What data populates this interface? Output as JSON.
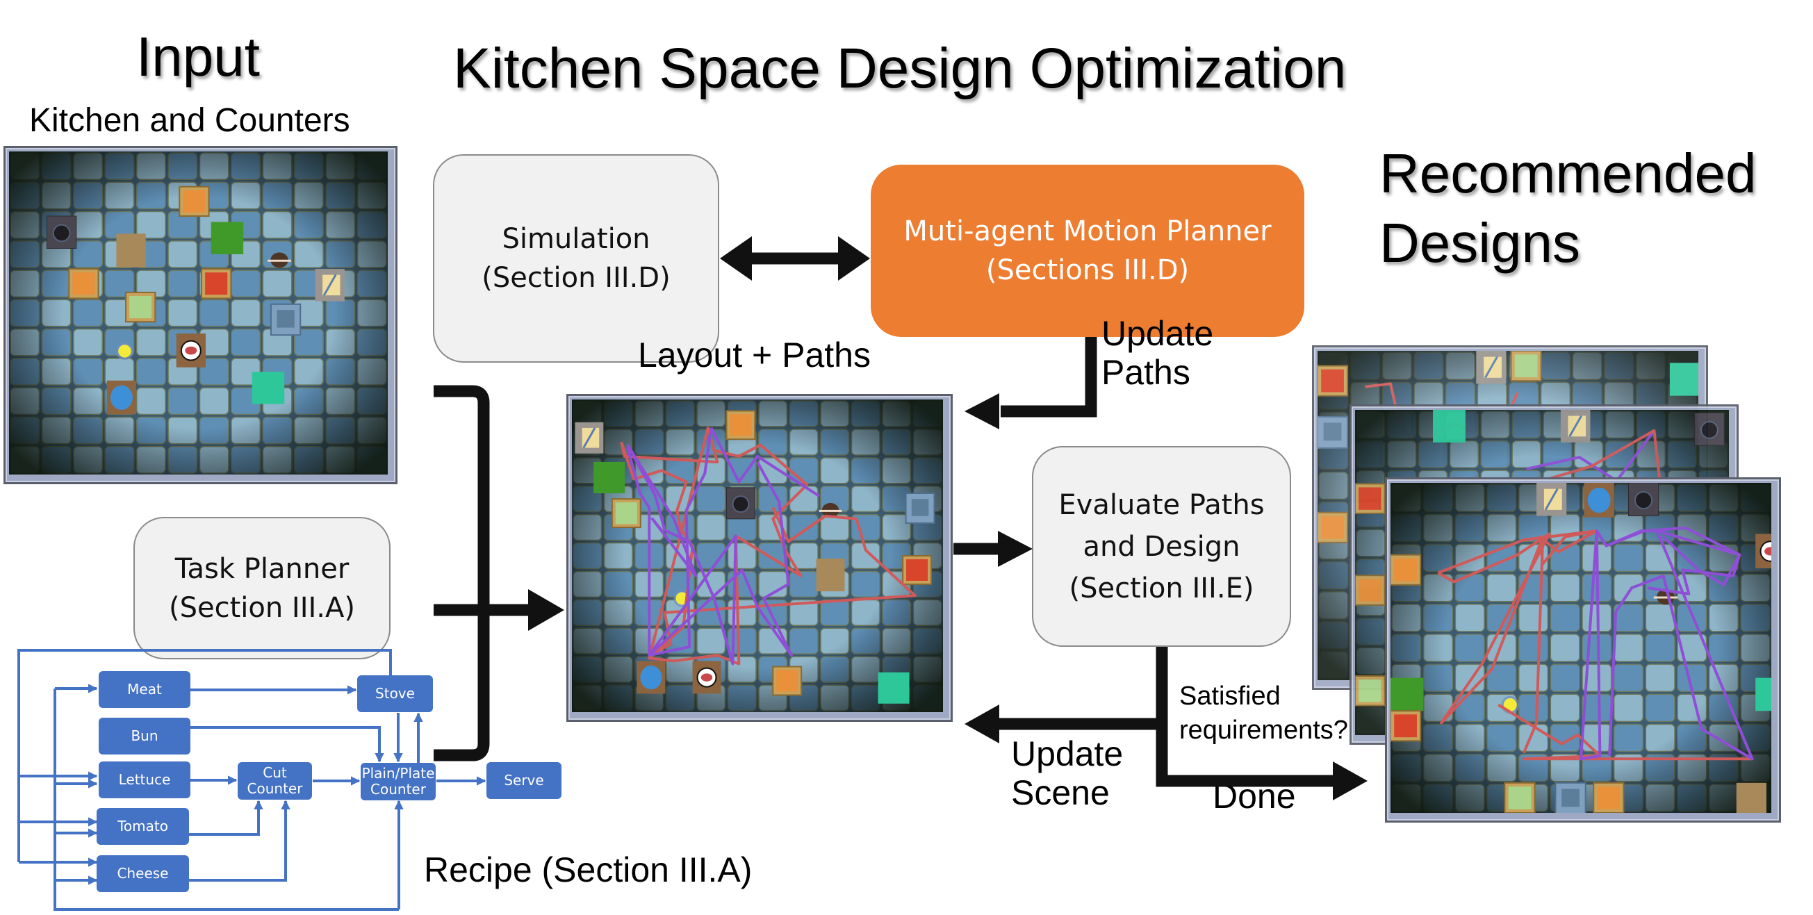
{
  "title": "Kitchen Space Design Optimization",
  "input": {
    "heading": "Input",
    "subheading": "Kitchen and Counters"
  },
  "task_planner": {
    "line1": "Task Planner",
    "line2": "(Section III.A)"
  },
  "simulation": {
    "line1": "Simulation",
    "line2": "(Section III.D)"
  },
  "motion_planner": {
    "line1": "Muti-agent Motion Planner",
    "line2": "(Sections III.D)",
    "color": "#ed7d31"
  },
  "layout_label": "Layout + Paths",
  "update_paths": {
    "line1": "Update",
    "line2": "Paths"
  },
  "evaluate": {
    "line1": "Evaluate Paths",
    "line2": "and Design",
    "line3": "(Section III.E)"
  },
  "decision": {
    "line1": "Satisfied",
    "line2": "requirements?"
  },
  "update_scene": {
    "line1": "Update",
    "line2": "Scene"
  },
  "done_label": "Done",
  "recommended": {
    "line1": "Recommended",
    "line2": "Designs"
  },
  "recipe": {
    "label": "Recipe (Section III.A)",
    "color": "#4472c4",
    "nodes": {
      "meat": "Meat",
      "bun": "Bun",
      "lettuce": "Lettuce",
      "tomato": "Tomato",
      "cheese": "Cheese",
      "cut_counter_1": "Cut",
      "cut_counter_2": "Counter",
      "stove": "Stove",
      "plate_counter_1": "Plain/Plate",
      "plate_counter_2": "Counter",
      "serve": "Serve"
    }
  },
  "kitchens": {
    "input": {
      "cols": 12,
      "rows": 11,
      "items": [
        {
          "type": "stove",
          "c": 1.2,
          "r": 2.2
        },
        {
          "type": "crate-orange",
          "c": 5.4,
          "r": 1.2
        },
        {
          "type": "green",
          "c": 6.4,
          "r": 2.4
        },
        {
          "type": "plain",
          "c": 3.4,
          "r": 2.8
        },
        {
          "type": "meat-char",
          "c": 8.1,
          "r": 3.2
        },
        {
          "type": "crate-orange",
          "c": 1.9,
          "r": 4.0
        },
        {
          "type": "crate-tomato",
          "c": 6.1,
          "r": 4.0
        },
        {
          "type": "cutboard",
          "c": 9.7,
          "r": 4.0
        },
        {
          "type": "crate-lettuce",
          "c": 3.7,
          "r": 4.8
        },
        {
          "type": "sink",
          "c": 8.3,
          "r": 5.2
        },
        {
          "type": "agent",
          "c": 3.2,
          "r": 6.3
        },
        {
          "type": "meat-plate",
          "c": 5.3,
          "r": 6.2
        },
        {
          "type": "plate",
          "c": 3.1,
          "r": 7.8
        },
        {
          "type": "teal",
          "c": 7.7,
          "r": 7.5
        }
      ],
      "paths": []
    },
    "layout": {
      "cols": 12,
      "rows": 11,
      "items": [
        {
          "type": "cutboard",
          "c": 0.1,
          "r": 0.8
        },
        {
          "type": "crate-orange",
          "c": 5.0,
          "r": 0.4
        },
        {
          "type": "green",
          "c": 0.7,
          "r": 2.2
        },
        {
          "type": "crate-lettuce",
          "c": 1.3,
          "r": 3.5
        },
        {
          "type": "stove",
          "c": 5.0,
          "r": 3.1
        },
        {
          "type": "meat-char",
          "c": 7.9,
          "r": 3.4
        },
        {
          "type": "sink",
          "c": 10.8,
          "r": 3.3
        },
        {
          "type": "plain",
          "c": 7.9,
          "r": 5.6
        },
        {
          "type": "crate-tomato",
          "c": 10.7,
          "r": 5.5
        },
        {
          "type": "agent",
          "c": 3.1,
          "r": 6.5
        },
        {
          "type": "plate",
          "c": 2.1,
          "r": 9.2
        },
        {
          "type": "meat-plate",
          "c": 3.9,
          "r": 9.2
        },
        {
          "type": "crate-orange",
          "c": 6.5,
          "r": 9.4
        },
        {
          "type": "teal",
          "c": 9.9,
          "r": 9.6
        }
      ],
      "paths": [
        {
          "color": "#d05a5a",
          "points": [
            [
              1.6,
              1.5
            ],
            [
              1.7,
              2.0
            ],
            [
              4.7,
              2.2
            ],
            [
              4.4,
              1.0
            ],
            [
              2.5,
              9.1
            ],
            [
              3.3,
              9.2
            ],
            [
              4.7,
              9.0
            ],
            [
              5.4,
              9.3
            ],
            [
              5.3,
              4.8
            ],
            [
              7.4,
              6.2
            ],
            [
              6.9,
              5.3
            ],
            [
              6.5,
              4.2
            ],
            [
              7.6,
              3.0
            ],
            [
              6.1,
              1.6
            ],
            [
              5.4,
              2.0
            ],
            [
              4.6,
              1.8
            ]
          ]
        },
        {
          "color": "#d05a5a",
          "points": [
            [
              2.5,
              9.0
            ],
            [
              3.2,
              8.6
            ],
            [
              3.0,
              7.5
            ],
            [
              11.1,
              6.9
            ],
            [
              9.5,
              5.3
            ],
            [
              9.2,
              4.2
            ],
            [
              8.2,
              4.1
            ],
            [
              7.0,
              5.0
            ],
            [
              6.5,
              3.8
            ]
          ]
        },
        {
          "color": "#d05a5a",
          "points": [
            [
              1.6,
              1.5
            ],
            [
              2.0,
              2.8
            ],
            [
              2.9,
              2.5
            ],
            [
              3.7,
              2.9
            ],
            [
              3.4,
              3.9
            ],
            [
              3.5,
              4.5
            ],
            [
              3.9,
              5.2
            ],
            [
              3.6,
              8.0
            ],
            [
              2.5,
              9.1
            ]
          ]
        },
        {
          "color": "#8e4fd6",
          "points": [
            [
              1.8,
              1.7
            ],
            [
              2.2,
              3.3
            ],
            [
              2.5,
              3.8
            ],
            [
              2.5,
              9.0
            ],
            [
              5.3,
              4.8
            ],
            [
              5.2,
              9.3
            ],
            [
              4.6,
              7.0
            ],
            [
              3.8,
              5.0
            ],
            [
              3.0,
              4.6
            ],
            [
              2.7,
              3.4
            ],
            [
              1.8,
              1.6
            ]
          ]
        },
        {
          "color": "#8e4fd6",
          "points": [
            [
              4.5,
              1.0
            ],
            [
              5.4,
              2.9
            ],
            [
              6.0,
              2.0
            ],
            [
              8.0,
              3.4
            ]
          ]
        },
        {
          "color": "#8e4fd6",
          "points": [
            [
              4.5,
              1.0
            ],
            [
              4.3,
              2.6
            ],
            [
              3.7,
              3.9
            ],
            [
              3.8,
              8.7
            ],
            [
              2.5,
              9.0
            ],
            [
              5.5,
              6.0
            ],
            [
              6.0,
              7.3
            ],
            [
              7.1,
              9.0
            ],
            [
              6.2,
              7.0
            ],
            [
              7.0,
              6.5
            ],
            [
              6.7,
              3.6
            ],
            [
              6.0,
              2.2
            ]
          ]
        },
        {
          "color": "#8e4fd6",
          "points": [
            [
              1.8,
              1.6
            ],
            [
              3.3,
              4.2
            ],
            [
              4.0,
              6.2
            ],
            [
              2.6,
              4.2
            ],
            [
              2.9,
              4.6
            ]
          ]
        }
      ]
    },
    "recommended_back": {
      "cols": 12,
      "rows": 11,
      "items": [
        {
          "type": "crate-tomato",
          "c": 0.0,
          "r": 0.5
        },
        {
          "type": "cutboard",
          "c": 5.0,
          "r": 0.0
        },
        {
          "type": "crate-lettuce",
          "c": 6.1,
          "r": 0.0
        },
        {
          "type": "teal",
          "c": 11.1,
          "r": 0.4
        },
        {
          "type": "sink",
          "c": 0.0,
          "r": 2.2
        },
        {
          "type": "crate-orange",
          "c": 0.0,
          "r": 5.4
        }
      ],
      "paths": [
        {
          "color": "#d05a5a",
          "points": [
            [
              1.5,
              1.2
            ],
            [
              2.3,
              1.1
            ],
            [
              2.6,
              2.5
            ],
            [
              3.2,
              3.2
            ],
            [
              4.3,
              2.4
            ],
            [
              5.6,
              3.1
            ],
            [
              6.3,
              1.4
            ]
          ]
        }
      ]
    },
    "recommended_mid": {
      "cols": 12,
      "rows": 11,
      "items": [
        {
          "type": "teal",
          "c": 2.5,
          "r": 0.0
        },
        {
          "type": "cutboard",
          "c": 6.6,
          "r": 0.0
        },
        {
          "type": "stove",
          "c": 10.9,
          "r": 0.1
        },
        {
          "type": "crate-tomato",
          "c": 0.0,
          "r": 2.5
        },
        {
          "type": "crate-orange",
          "c": 0.0,
          "r": 5.6
        },
        {
          "type": "crate-lettuce",
          "c": 0.0,
          "r": 9.0
        }
      ],
      "paths": [
        {
          "color": "#8e4fd6",
          "points": [
            [
              5.5,
              2.0
            ],
            [
              7.2,
              1.6
            ],
            [
              8.4,
              2.4
            ],
            [
              9.6,
              0.7
            ]
          ]
        },
        {
          "color": "#d05a5a",
          "points": [
            [
              6.0,
              2.4
            ],
            [
              7.6,
              1.9
            ],
            [
              9.6,
              0.7
            ],
            [
              9.8,
              2.6
            ]
          ]
        }
      ]
    },
    "recommended_front": {
      "cols": 12,
      "rows": 11,
      "items": [
        {
          "type": "cutboard",
          "c": 4.6,
          "r": 0.0
        },
        {
          "type": "plate",
          "c": 6.1,
          "r": 0.0
        },
        {
          "type": "stove",
          "c": 7.5,
          "r": 0.0
        },
        {
          "type": "meat-plate",
          "c": 11.5,
          "r": 1.7
        },
        {
          "type": "crate-orange",
          "c": 0.0,
          "r": 2.4
        },
        {
          "type": "meat-char",
          "c": 8.2,
          "r": 3.3
        },
        {
          "type": "green",
          "c": 0.0,
          "r": 6.5
        },
        {
          "type": "teal",
          "c": 11.5,
          "r": 6.5
        },
        {
          "type": "agent",
          "c": 3.3,
          "r": 6.9
        },
        {
          "type": "crate-tomato",
          "c": 0.0,
          "r": 7.6
        },
        {
          "type": "crate-lettuce",
          "c": 3.6,
          "r": 10.0
        },
        {
          "type": "sink",
          "c": 5.2,
          "r": 10.0
        },
        {
          "type": "crate-orange",
          "c": 6.4,
          "r": 10.0
        },
        {
          "type": "plain",
          "c": 10.9,
          "r": 10.0
        }
      ],
      "paths": [
        {
          "color": "#d05a5a",
          "points": [
            [
              1.5,
              3.0
            ],
            [
              4.2,
              1.9
            ],
            [
              6.5,
              1.6
            ],
            [
              5.3,
              2.3
            ],
            [
              4.7,
              1.8
            ],
            [
              4.8,
              2.7
            ],
            [
              5.5,
              1.8
            ],
            [
              6.5,
              1.6
            ]
          ]
        },
        {
          "color": "#d05a5a",
          "points": [
            [
              1.5,
              3.0
            ],
            [
              2.0,
              3.3
            ],
            [
              4.0,
              2.4
            ],
            [
              5.0,
              1.7
            ],
            [
              2.9,
              6.0
            ],
            [
              1.6,
              8.0
            ],
            [
              3.2,
              6.2
            ],
            [
              4.8,
              1.8
            ],
            [
              4.6,
              8.0
            ],
            [
              4.2,
              9.0
            ]
          ]
        },
        {
          "color": "#d05a5a",
          "points": [
            [
              3.4,
              7.4
            ],
            [
              5.4,
              8.7
            ],
            [
              5.9,
              8.4
            ],
            [
              6.6,
              9.1
            ],
            [
              4.2,
              9.2
            ],
            [
              11.4,
              9.2
            ]
          ]
        },
        {
          "color": "#8e4fd6",
          "points": [
            [
              6.5,
              1.6
            ],
            [
              6.0,
              9.2
            ],
            [
              6.6,
              9.1
            ],
            [
              6.5,
              1.6
            ],
            [
              6.8,
              2.1
            ],
            [
              8.0,
              1.6
            ],
            [
              9.3,
              1.5
            ],
            [
              11.0,
              2.4
            ],
            [
              10.8,
              3.1
            ],
            [
              9.2,
              2.9
            ],
            [
              9.4,
              3.7
            ],
            [
              8.1,
              3.5
            ]
          ]
        },
        {
          "color": "#8e4fd6",
          "points": [
            [
              6.8,
              2.1
            ],
            [
              7.9,
              1.6
            ],
            [
              8.4,
              1.6
            ],
            [
              11.4,
              9.2
            ],
            [
              9.8,
              8.2
            ],
            [
              8.6,
              3.1
            ],
            [
              7.6,
              3.5
            ],
            [
              7.1,
              4.3
            ],
            [
              6.9,
              9.1
            ]
          ]
        },
        {
          "color": "#8e4fd6",
          "points": [
            [
              8.4,
              1.6
            ],
            [
              11.0,
              2.4
            ],
            [
              10.5,
              3.4
            ],
            [
              9.7,
              2.9
            ],
            [
              8.6,
              1.8
            ]
          ]
        }
      ]
    }
  }
}
